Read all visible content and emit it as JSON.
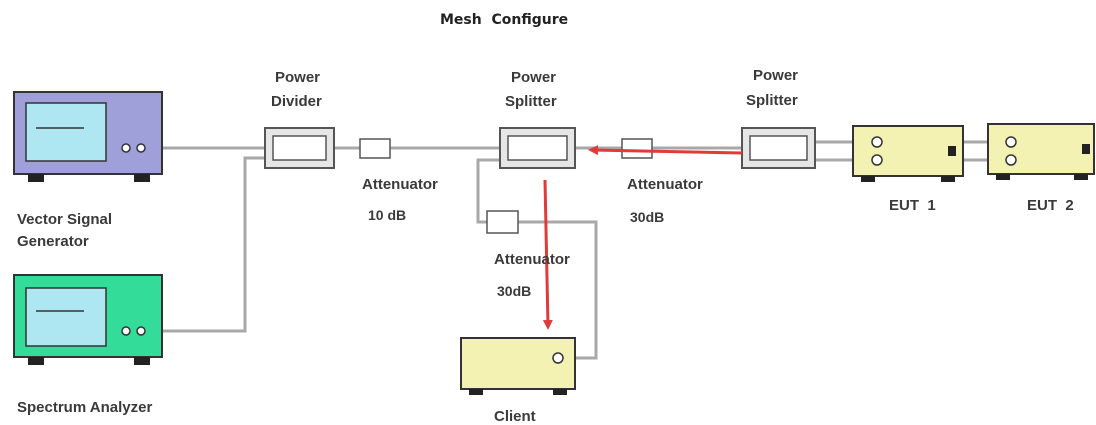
{
  "title": "Mesh  Configure",
  "devices": {
    "vsg": {
      "label_line1": "Vector Signal",
      "label_line2": "Generator"
    },
    "sa": {
      "label": "Spectrum Analyzer"
    },
    "power_divider": {
      "label_line1": "Power",
      "label_line2": "Divider"
    },
    "power_splitter_1": {
      "label_line1": "Power",
      "label_line2": "Splitter"
    },
    "power_splitter_2": {
      "label_line1": "Power",
      "label_line2": "Splitter"
    },
    "eut1": {
      "label": "EUT  1"
    },
    "eut2": {
      "label": "EUT  2"
    },
    "client": {
      "label": "Client"
    }
  },
  "attenuators": {
    "att_10db": {
      "label": "Attenuator",
      "value": "10 dB"
    },
    "att_30db_right": {
      "label": "Attenuator",
      "value": "30dB"
    },
    "att_30db_client": {
      "label": "Attenuator",
      "value": "30dB"
    }
  },
  "colors": {
    "vsg_body": "#9f9fd9",
    "vsg_screen": "#aee6f2",
    "sa_body": "#33dd99",
    "sa_screen": "#aee6f2",
    "eut_body": "#f4f2b2",
    "cable": "#a8a8a8",
    "arrow": "#e03a3a"
  }
}
